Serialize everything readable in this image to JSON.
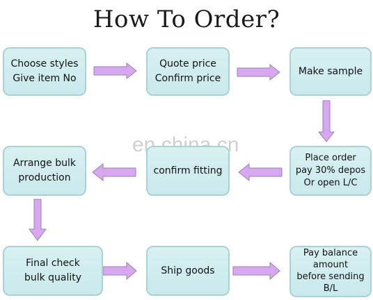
{
  "title": "How To Order?",
  "watermark": "en.china.cn",
  "colors": {
    "box_fill": "#cde9ec",
    "box_border": "#a9d2d8",
    "arrow_fill": "#d7a8ef",
    "arrow_stroke": "#9a7fb8"
  },
  "steps": [
    {
      "lines": [
        "Choose  styles",
        "Give  item  No"
      ]
    },
    {
      "lines": [
        "Quote  price",
        "Confirm  price"
      ]
    },
    {
      "lines": [
        "Make  sample"
      ]
    },
    {
      "lines": [
        "Place  order",
        "pay  30%  depos",
        "Or  open  L/C"
      ]
    },
    {
      "lines": [
        "confirm  fitting"
      ]
    },
    {
      "lines": [
        "Arrange  bulk",
        "production"
      ]
    },
    {
      "lines": [
        "Final  check",
        "bulk  quality"
      ]
    },
    {
      "lines": [
        "Ship  goods"
      ]
    },
    {
      "lines": [
        "Pay  balance",
        "amount",
        "before  sending",
        "B/L"
      ]
    }
  ]
}
